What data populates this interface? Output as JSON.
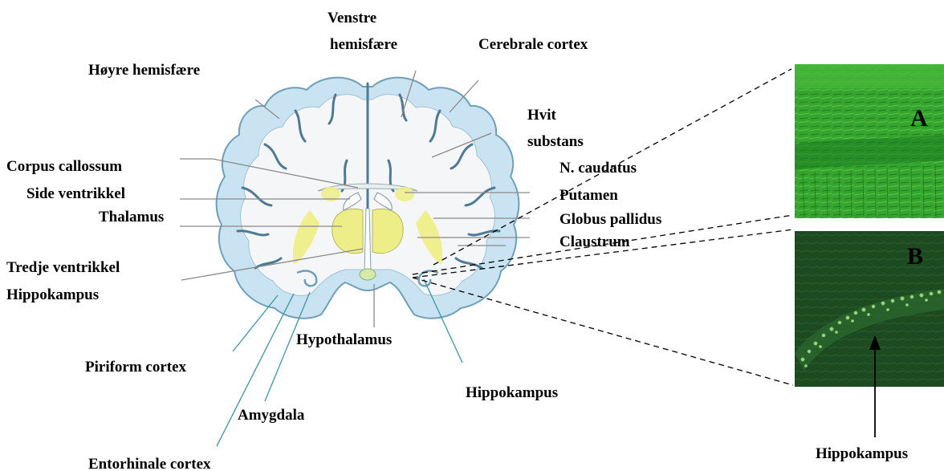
{
  "labels": {
    "venstre_hemisfaere_1": "Venstre",
    "venstre_hemisfaere_2": "hemisfære",
    "cerebrale_cortex": "Cerebrale cortex",
    "hoyre_hemisfaere": "Høyre hemisfære",
    "hvit_substans_1": "Hvit",
    "hvit_substans_2": "substans",
    "corpus_callossum": "Corpus callossum",
    "side_ventrikkel": "Side ventrikkel",
    "thalamus": "Thalamus",
    "tredje_ventrikkel": "Tredje ventrikkel",
    "hippokampus_left": "Hippokampus",
    "piriform_cortex": "Piriform cortex",
    "amygdala": "Amygdala",
    "entorhinale_cortex": "Entorhinale cortex",
    "hypothalamus": "Hypothalamus",
    "hippokampus_bottom": "Hippokampus",
    "n_caudatus": "N. caudatus",
    "putamen": "Putamen",
    "globus_pallidus": "Globus pallidus",
    "claustrum": "Claustrum",
    "hippokampus_panel": "Hippokampus"
  },
  "panels": {
    "a_letter": "A",
    "b_letter": "B"
  },
  "colors": {
    "cortex_fill": "#c9e3f2",
    "cortex_edge": "#6f9fb9",
    "white_matter": "#f4f6f7",
    "nuclei_yellow": "#eeee88",
    "panel_a_green": "#2f9f2a",
    "panel_b_dark": "#1e4a22",
    "leader_teal": "#4a9aa6"
  }
}
